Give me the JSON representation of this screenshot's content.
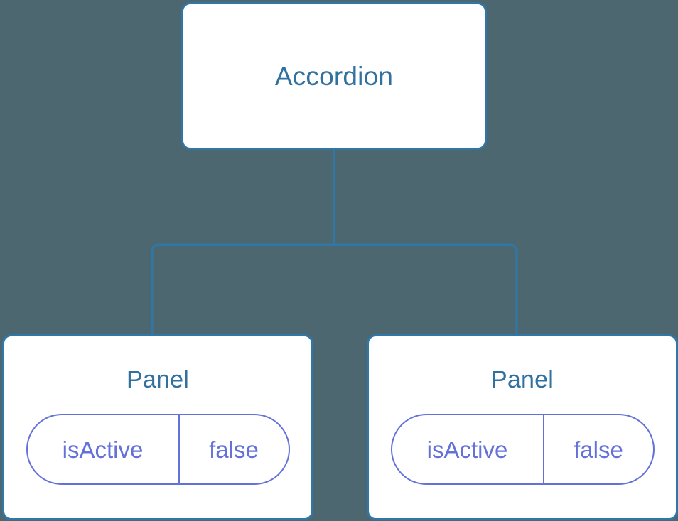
{
  "diagram": {
    "background_color": "#4d6770",
    "node_border_color": "#2f77a7",
    "node_title_color": "#31719f",
    "state_color": "#6371d8",
    "connector_color": "#2f77a7",
    "root": {
      "title": "Accordion"
    },
    "children": [
      {
        "title": "Panel",
        "state": {
          "key": "isActive",
          "value": "false"
        }
      },
      {
        "title": "Panel",
        "state": {
          "key": "isActive",
          "value": "false"
        }
      }
    ]
  }
}
